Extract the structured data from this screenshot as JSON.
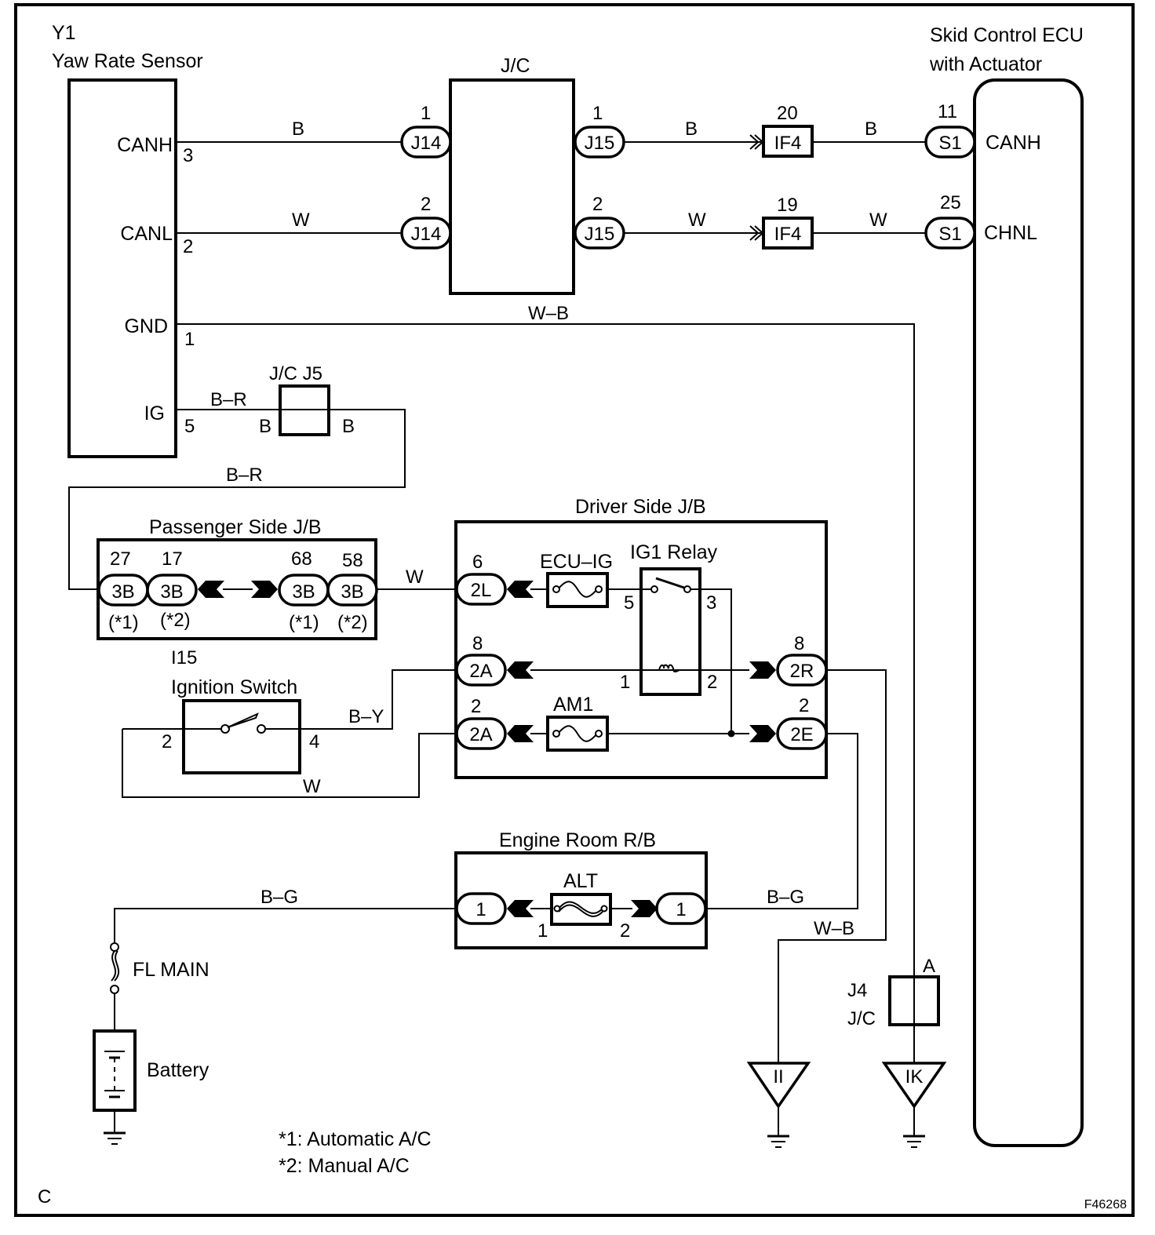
{
  "diagram": {
    "title_code": "C",
    "figure_id": "F46268",
    "footnotes": [
      "*1: Automatic A/C",
      "*2: Manual A/C"
    ]
  },
  "yaw_sensor": {
    "code": "Y1",
    "name": "Yaw Rate Sensor",
    "terminals": [
      {
        "name": "CANH",
        "pin": "3"
      },
      {
        "name": "CANL",
        "pin": "2"
      },
      {
        "name": "GND",
        "pin": "1"
      },
      {
        "name": "IG",
        "pin": "5"
      }
    ]
  },
  "jc": {
    "name": "J/C",
    "left": [
      {
        "pin": "1",
        "code": "J14"
      },
      {
        "pin": "2",
        "code": "J14"
      }
    ],
    "right": [
      {
        "pin": "1",
        "code": "J15"
      },
      {
        "pin": "2",
        "code": "J15"
      }
    ]
  },
  "if4": [
    {
      "pin": "20",
      "code": "IF4"
    },
    {
      "pin": "19",
      "code": "IF4"
    }
  ],
  "ecu": {
    "name_line1": "Skid Control ECU",
    "name_line2": "with Actuator",
    "terminals": [
      {
        "pin": "11",
        "code": "S1",
        "name": "CANH"
      },
      {
        "pin": "25",
        "code": "S1",
        "name": "CHNL"
      }
    ]
  },
  "wires": {
    "canh_1": "B",
    "canh_2": "B",
    "canh_3": "B",
    "canl_1": "W",
    "canl_2": "W",
    "canl_3": "W",
    "gnd": "W–B",
    "ig_1": "B–R",
    "ig_2": "B–R",
    "j5_left": "B",
    "j5_right": "B",
    "pjb_out": "W",
    "ign_by": "B–Y",
    "ign_w": "W",
    "bg_left": "B–G",
    "bg_right": "B–G",
    "wb_bottom": "W–B"
  },
  "j5": {
    "name": "J/C J5"
  },
  "passenger_jb": {
    "name": "Passenger Side J/B",
    "connectors": [
      {
        "pin": "27",
        "code": "3B",
        "note": "(*1)"
      },
      {
        "pin": "17",
        "code": "3B",
        "note": "(*2)"
      },
      {
        "pin": "68",
        "code": "3B",
        "note": "(*1)"
      },
      {
        "pin": "58",
        "code": "3B",
        "note": "(*2)"
      }
    ]
  },
  "ignition": {
    "code": "I15",
    "name": "Ignition Switch",
    "pin_left": "2",
    "pin_right": "4"
  },
  "driver_jb": {
    "name": "Driver Side J/B",
    "fuse_ecu_ig": "ECU–IG",
    "fuse_am1": "AM1",
    "relay": {
      "name": "IG1 Relay",
      "pins": [
        "5",
        "3",
        "1",
        "2"
      ]
    },
    "left": [
      {
        "pin": "6",
        "code": "2L"
      },
      {
        "pin": "8",
        "code": "2A"
      },
      {
        "pin": "2",
        "code": "2A"
      }
    ],
    "right": [
      {
        "pin": "8",
        "code": "2R"
      },
      {
        "pin": "2",
        "code": "2E"
      }
    ]
  },
  "engine_rb": {
    "name": "Engine Room R/B",
    "fuse": "ALT",
    "left_conn": "1",
    "right_conn": "1",
    "fuse_pin_left": "1",
    "fuse_pin_right": "2"
  },
  "fl_main": "FL MAIN",
  "battery": "Battery",
  "j4": {
    "code": "J4",
    "name": "J/C",
    "pin": "A"
  },
  "grounds": [
    "II",
    "IK"
  ]
}
